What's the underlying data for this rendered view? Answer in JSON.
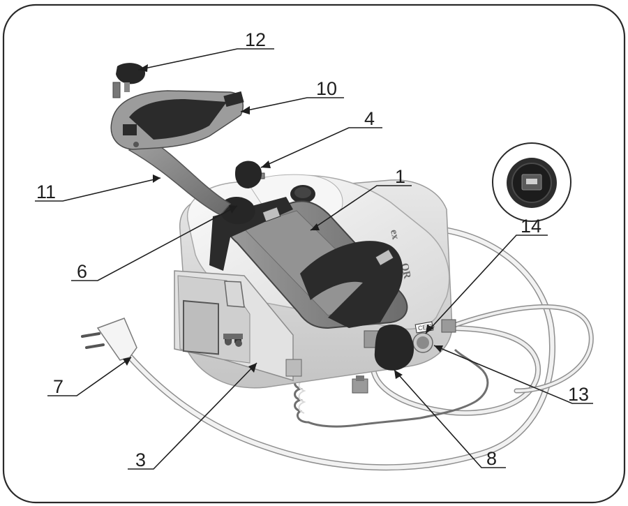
{
  "callouts": [
    {
      "label": "1"
    },
    {
      "label": "3"
    },
    {
      "label": "4"
    },
    {
      "label": "6"
    },
    {
      "label": "7"
    },
    {
      "label": "8"
    },
    {
      "label": "10"
    },
    {
      "label": "11"
    },
    {
      "label": "12"
    },
    {
      "label": "13"
    },
    {
      "label": "14"
    }
  ],
  "device": {
    "brand_fragment": "OR",
    "brand_fragment_2": "ex",
    "switch_caption": "СЕТЬ"
  },
  "colors": {
    "frame": "#2a2a2a",
    "line": "#1e1e1e",
    "body": "#f1f1f1",
    "strap": "#2b2b2b",
    "pad": "#8a8a8a",
    "knob": "#262626"
  }
}
